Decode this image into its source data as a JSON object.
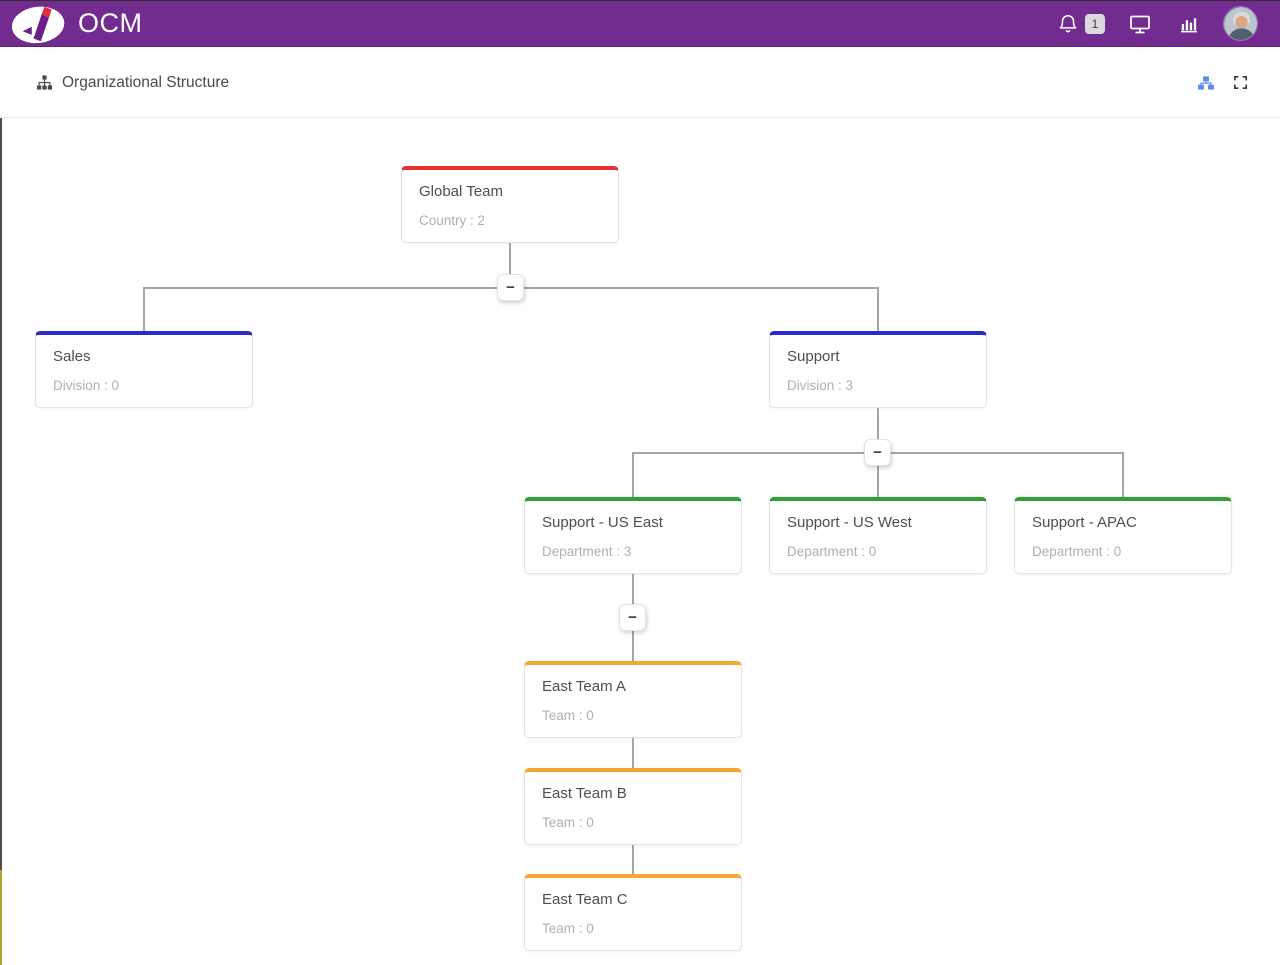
{
  "header": {
    "brand": "OCM",
    "notifications": {
      "count": "1"
    },
    "icons": [
      "bell-icon",
      "monitor-icon",
      "bar-chart-icon",
      "user-avatar"
    ]
  },
  "toolbar": {
    "title": "Organizational Structure",
    "left_icon": "sitemap-icon",
    "right_icons": [
      "org-tree-icon",
      "fullscreen-icon"
    ]
  },
  "colors": {
    "header_bg": "#722b8e",
    "accent_red": "#e5322e",
    "accent_blue": "#2a2ad3",
    "accent_green": "#2fa233",
    "accent_orange": "#f5a82b",
    "org_icon_blue": "#5b8def",
    "connector_gray": "#a6a6a6"
  },
  "chart_data": {
    "type": "tree",
    "title": "Organizational Structure",
    "toggle_glyph": "−",
    "nodes": [
      {
        "title": "Global Team",
        "subtitle": "Country : 2",
        "accent": "accent_red",
        "parent": null
      },
      {
        "title": "Sales",
        "subtitle": "Division : 0",
        "accent": "accent_blue",
        "parent": "Global Team"
      },
      {
        "title": "Support",
        "subtitle": "Division : 3",
        "accent": "accent_blue",
        "parent": "Global Team"
      },
      {
        "title": "Support - US East",
        "subtitle": "Department : 3",
        "accent": "accent_green",
        "parent": "Support"
      },
      {
        "title": "Support - US West",
        "subtitle": "Department : 0",
        "accent": "accent_green",
        "parent": "Support"
      },
      {
        "title": "Support - APAC",
        "subtitle": "Department : 0",
        "accent": "accent_green",
        "parent": "Support"
      },
      {
        "title": "East Team A",
        "subtitle": "Team : 0",
        "accent": "accent_orange",
        "parent": "Support - US East"
      },
      {
        "title": "East Team B",
        "subtitle": "Team : 0",
        "accent": "accent_orange",
        "parent": "Support - US East"
      },
      {
        "title": "East Team C",
        "subtitle": "Team : 0",
        "accent": "accent_orange",
        "parent": "Support - US East"
      }
    ]
  }
}
